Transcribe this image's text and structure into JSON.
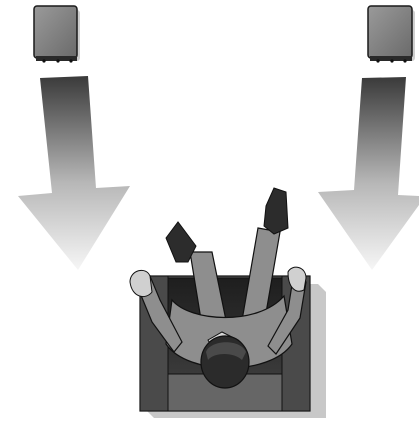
{
  "scene": {
    "background_color": "#ffffff",
    "speakers": [
      {
        "id": "left",
        "icon": "speaker-icon"
      },
      {
        "id": "right",
        "icon": "speaker-icon"
      }
    ],
    "arrows": [
      {
        "id": "left",
        "icon": "arrow-down-icon",
        "direction": "down-right"
      },
      {
        "id": "right",
        "icon": "arrow-down-icon",
        "direction": "down-left"
      }
    ],
    "listener": {
      "icon": "listener-in-armchair-icon"
    },
    "colors": {
      "speaker_body": "#7a7a7a",
      "arrow_dark": "#3d3d3d",
      "arrow_light": "#f4f4f4",
      "chair": "#555555",
      "person": "#8e8e8e",
      "hair": "#2b2b2b"
    }
  }
}
